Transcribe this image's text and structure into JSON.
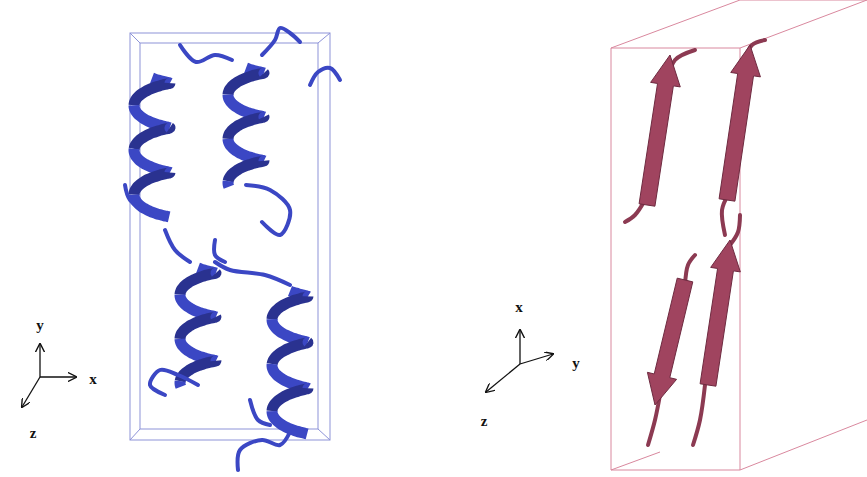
{
  "diagram": {
    "labels": [
      "y",
      "x",
      "z",
      "x",
      "y",
      "z"
    ]
  }
}
